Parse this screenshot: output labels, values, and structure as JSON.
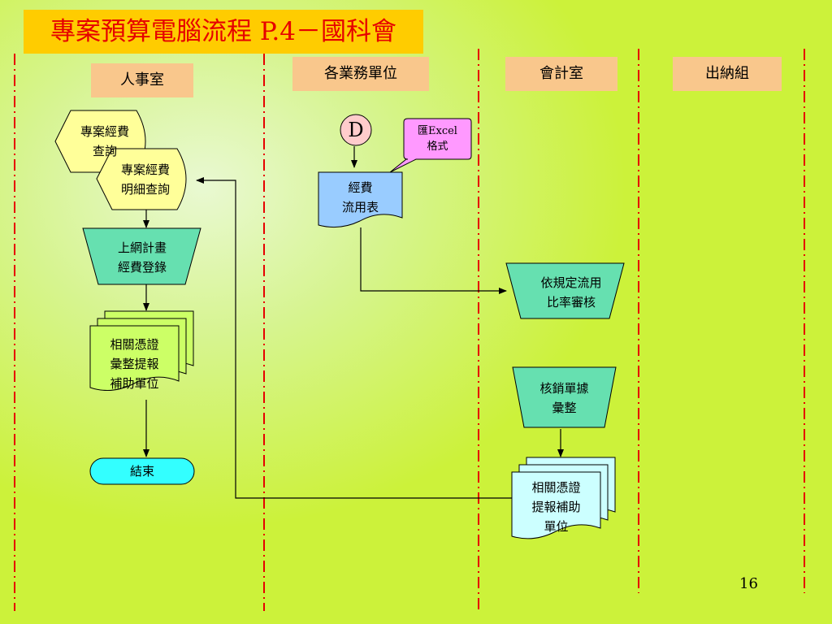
{
  "title": "專案預算電腦流程 P.4－國科會",
  "lanes": [
    "人事室",
    "各業務單位",
    "會計室",
    "出納組"
  ],
  "shapes": {
    "project_query": "專案經費\n查詢",
    "project_detail_query": "專案經費\n明細查詢",
    "online_register": "上網計畫\n經費登錄",
    "vouchers_personnel": "相關憑證\n彙整提報\n補助單位",
    "end": "結束",
    "connector_d": "D",
    "excel_callout": "匯Excel\n格式",
    "expense_table": "經費\n流用表",
    "rate_review": "依規定流用\n比率審核",
    "voucher_collect": "核銷單據\n彙整",
    "vouchers_accounting": "相關憑證\n提報補助\n單位"
  },
  "page_number": "16",
  "colors": {
    "title_bg": "#ffcc00",
    "title_text": "#e60000",
    "lane_bg": "#f9c78c",
    "divider": "#e60000",
    "query_fill": "#ffff99",
    "manual_op_fill": "#66e0b0",
    "document_fill": "#ccff66",
    "terminator_fill": "#33ffff",
    "connector_fill": "#ffcccc",
    "callout_fill": "#ff99ff",
    "expense_table_fill": "#99ccff",
    "accounting_doc_fill": "#ccffff"
  }
}
